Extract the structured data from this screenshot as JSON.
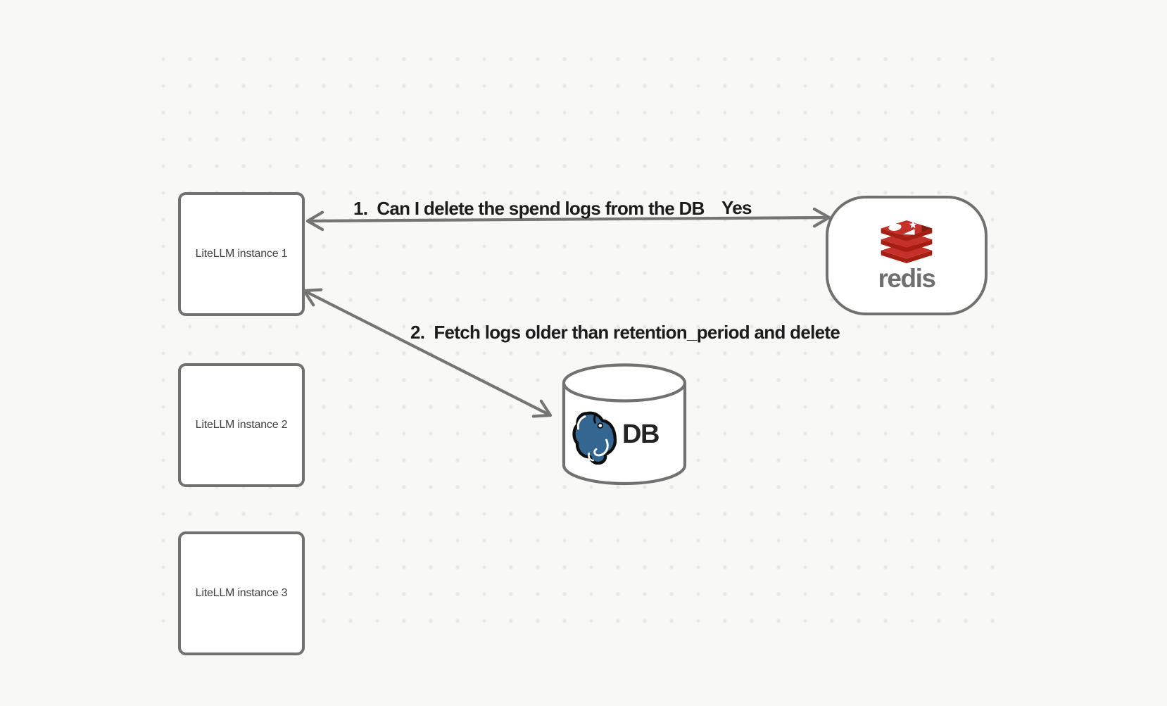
{
  "nodes": {
    "instances": [
      {
        "label": "LiteLLM instance 1"
      },
      {
        "label": "LiteLLM instance 2"
      },
      {
        "label": "LiteLLM instance 3"
      }
    ],
    "redis": {
      "wordmark": "redis",
      "icon": "redis-logo-icon"
    },
    "database": {
      "label": "DB",
      "icon": "postgresql-elephant-icon",
      "shape": "cylinder"
    }
  },
  "edges": {
    "edge1": {
      "label": "1.  Can I delete the spend logs from the DB",
      "response": "Yes",
      "from": "LiteLLM instance 1",
      "to": "redis",
      "direction": "bidirectional"
    },
    "edge2": {
      "label": "2.  Fetch logs older than retention_period and delete",
      "from": "LiteLLM instance 1",
      "to": "DB",
      "direction": "bidirectional"
    }
  },
  "colors": {
    "background": "#f8f8f7",
    "dot": "#e8e8e6",
    "node_stroke": "#717171",
    "arrow": "#757575",
    "edge_text": "#1c1c1c",
    "box_label_text": "#3f3f3f",
    "redis_red": "#C6302B",
    "redis_red_dark": "#A41E11",
    "redis_red_deep": "#7C1D12",
    "redis_wordmark_gray": "#6f6f6f",
    "postgres_blue": "#336791",
    "db_label_text": "#242424"
  }
}
